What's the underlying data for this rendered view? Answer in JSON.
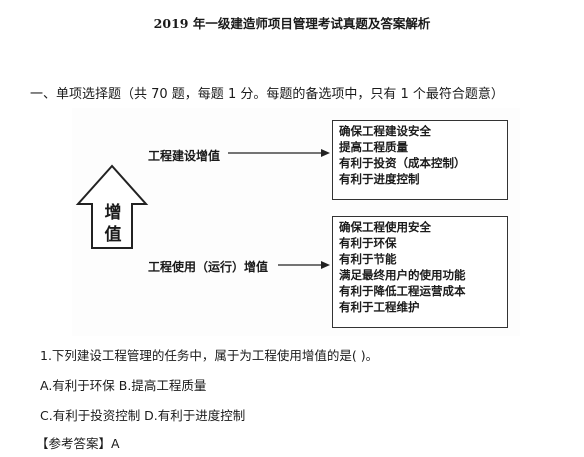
{
  "title": "2019 年一级建造师项目管理考试真题及答案解析",
  "section": "一、单项选择题（共 70 题，每题 1 分。每题的备选项中，只有 1 个最符合题意）",
  "figure": {
    "arrow_text_1": "增",
    "arrow_text_2": "值",
    "label_construction": "工程建设增值",
    "label_operation": "工程使用（运行）增值",
    "construction_items": [
      "确保工程建设安全",
      "提高工程质量",
      "有利于投资（成本控制）",
      "有利于进度控制"
    ],
    "operation_items": [
      "确保工程使用安全",
      "有利于环保",
      "有利于节能",
      "满足最终用户的使用功能",
      "有利于降低工程运营成本",
      "有利于工程维护"
    ]
  },
  "question": {
    "stem": "1.下列建设工程管理的任务中，属于为工程使用增值的是( )。",
    "option_ab": "A.有利于环保 B.提高工程质量",
    "option_cd": "C.有利于投资控制 D.有利于进度控制",
    "answer": "【参考答案】A"
  }
}
